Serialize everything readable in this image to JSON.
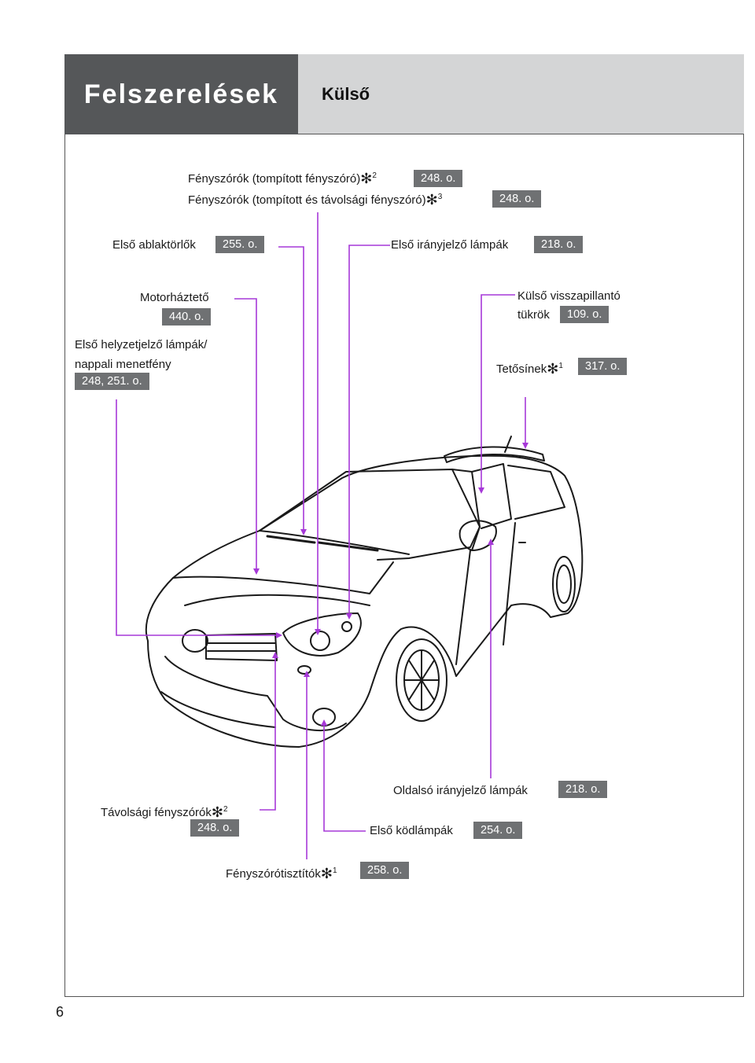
{
  "header": {
    "section": "Felszerelések",
    "title": "Külső"
  },
  "page_number": "6",
  "asterisk": "✻",
  "labels": {
    "headlights_low": {
      "text": "Fényszórók (tompított fényszóró)",
      "sup": "2",
      "ref": "248. o."
    },
    "headlights_lowhigh": {
      "text": "Fényszórók (tompított és távolsági fényszóró)",
      "sup": "3",
      "ref": "248. o."
    },
    "front_wipers": {
      "text": "Első ablaktörlők",
      "ref": "255. o."
    },
    "front_turn": {
      "text": "Első irányjelző lámpák",
      "ref": "218. o."
    },
    "hood": {
      "text": "Motorháztető",
      "ref": "440. o."
    },
    "mirrors": {
      "line1": "Külső visszapillantó",
      "line2": "tükrök",
      "ref": "109. o."
    },
    "position_lamps": {
      "line1": "Első helyzetjelző lámpák/",
      "line2": "nappali menetfény",
      "ref": "248, 251. o."
    },
    "roof_rails": {
      "text": "Tetősínek",
      "sup": "1",
      "ref": "317. o."
    },
    "side_turn": {
      "text": "Oldalsó irányjelző lámpák",
      "ref": "218. o."
    },
    "high_beam": {
      "text": "Távolsági fényszórók",
      "sup": "2",
      "ref": "248. o."
    },
    "fog_lamps": {
      "text": "Első ködlámpák",
      "ref": "254. o."
    },
    "washers": {
      "text": "Fényszórótisztítók",
      "sup": "1",
      "ref": "258. o."
    }
  },
  "colors": {
    "header_dark": "#555759",
    "header_light": "#d4d5d6",
    "ref_badge": "#6f7173",
    "leader": "#a638d8"
  }
}
